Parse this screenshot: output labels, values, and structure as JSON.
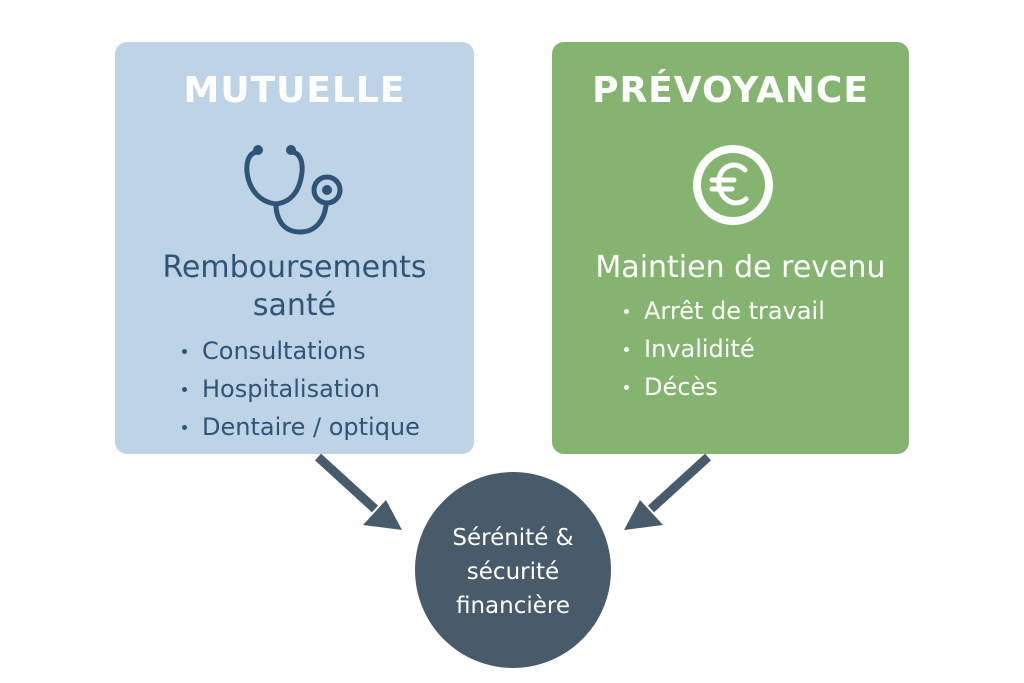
{
  "mutuelle": {
    "title": "MUTUELLE",
    "icon": "stethoscope-icon",
    "subtitle": "Remboursements\nsanté",
    "items": [
      "Consultations",
      "Hospitalisation",
      "Dentaire / optique"
    ],
    "color": "#bed4e6",
    "text_color": "#2e5478"
  },
  "prevoyance": {
    "title": "PRÉVOYANCE",
    "icon": "euro-coin-icon",
    "subtitle": "Maintien de revenu",
    "items": [
      "Arrêt de travail",
      "Invalidité",
      "Décès"
    ],
    "color": "#85b471"
  },
  "result": {
    "label": "Sérénité &\nsécurité\nfinancière",
    "color": "#485b6a"
  },
  "arrow_color": "#485b6a"
}
